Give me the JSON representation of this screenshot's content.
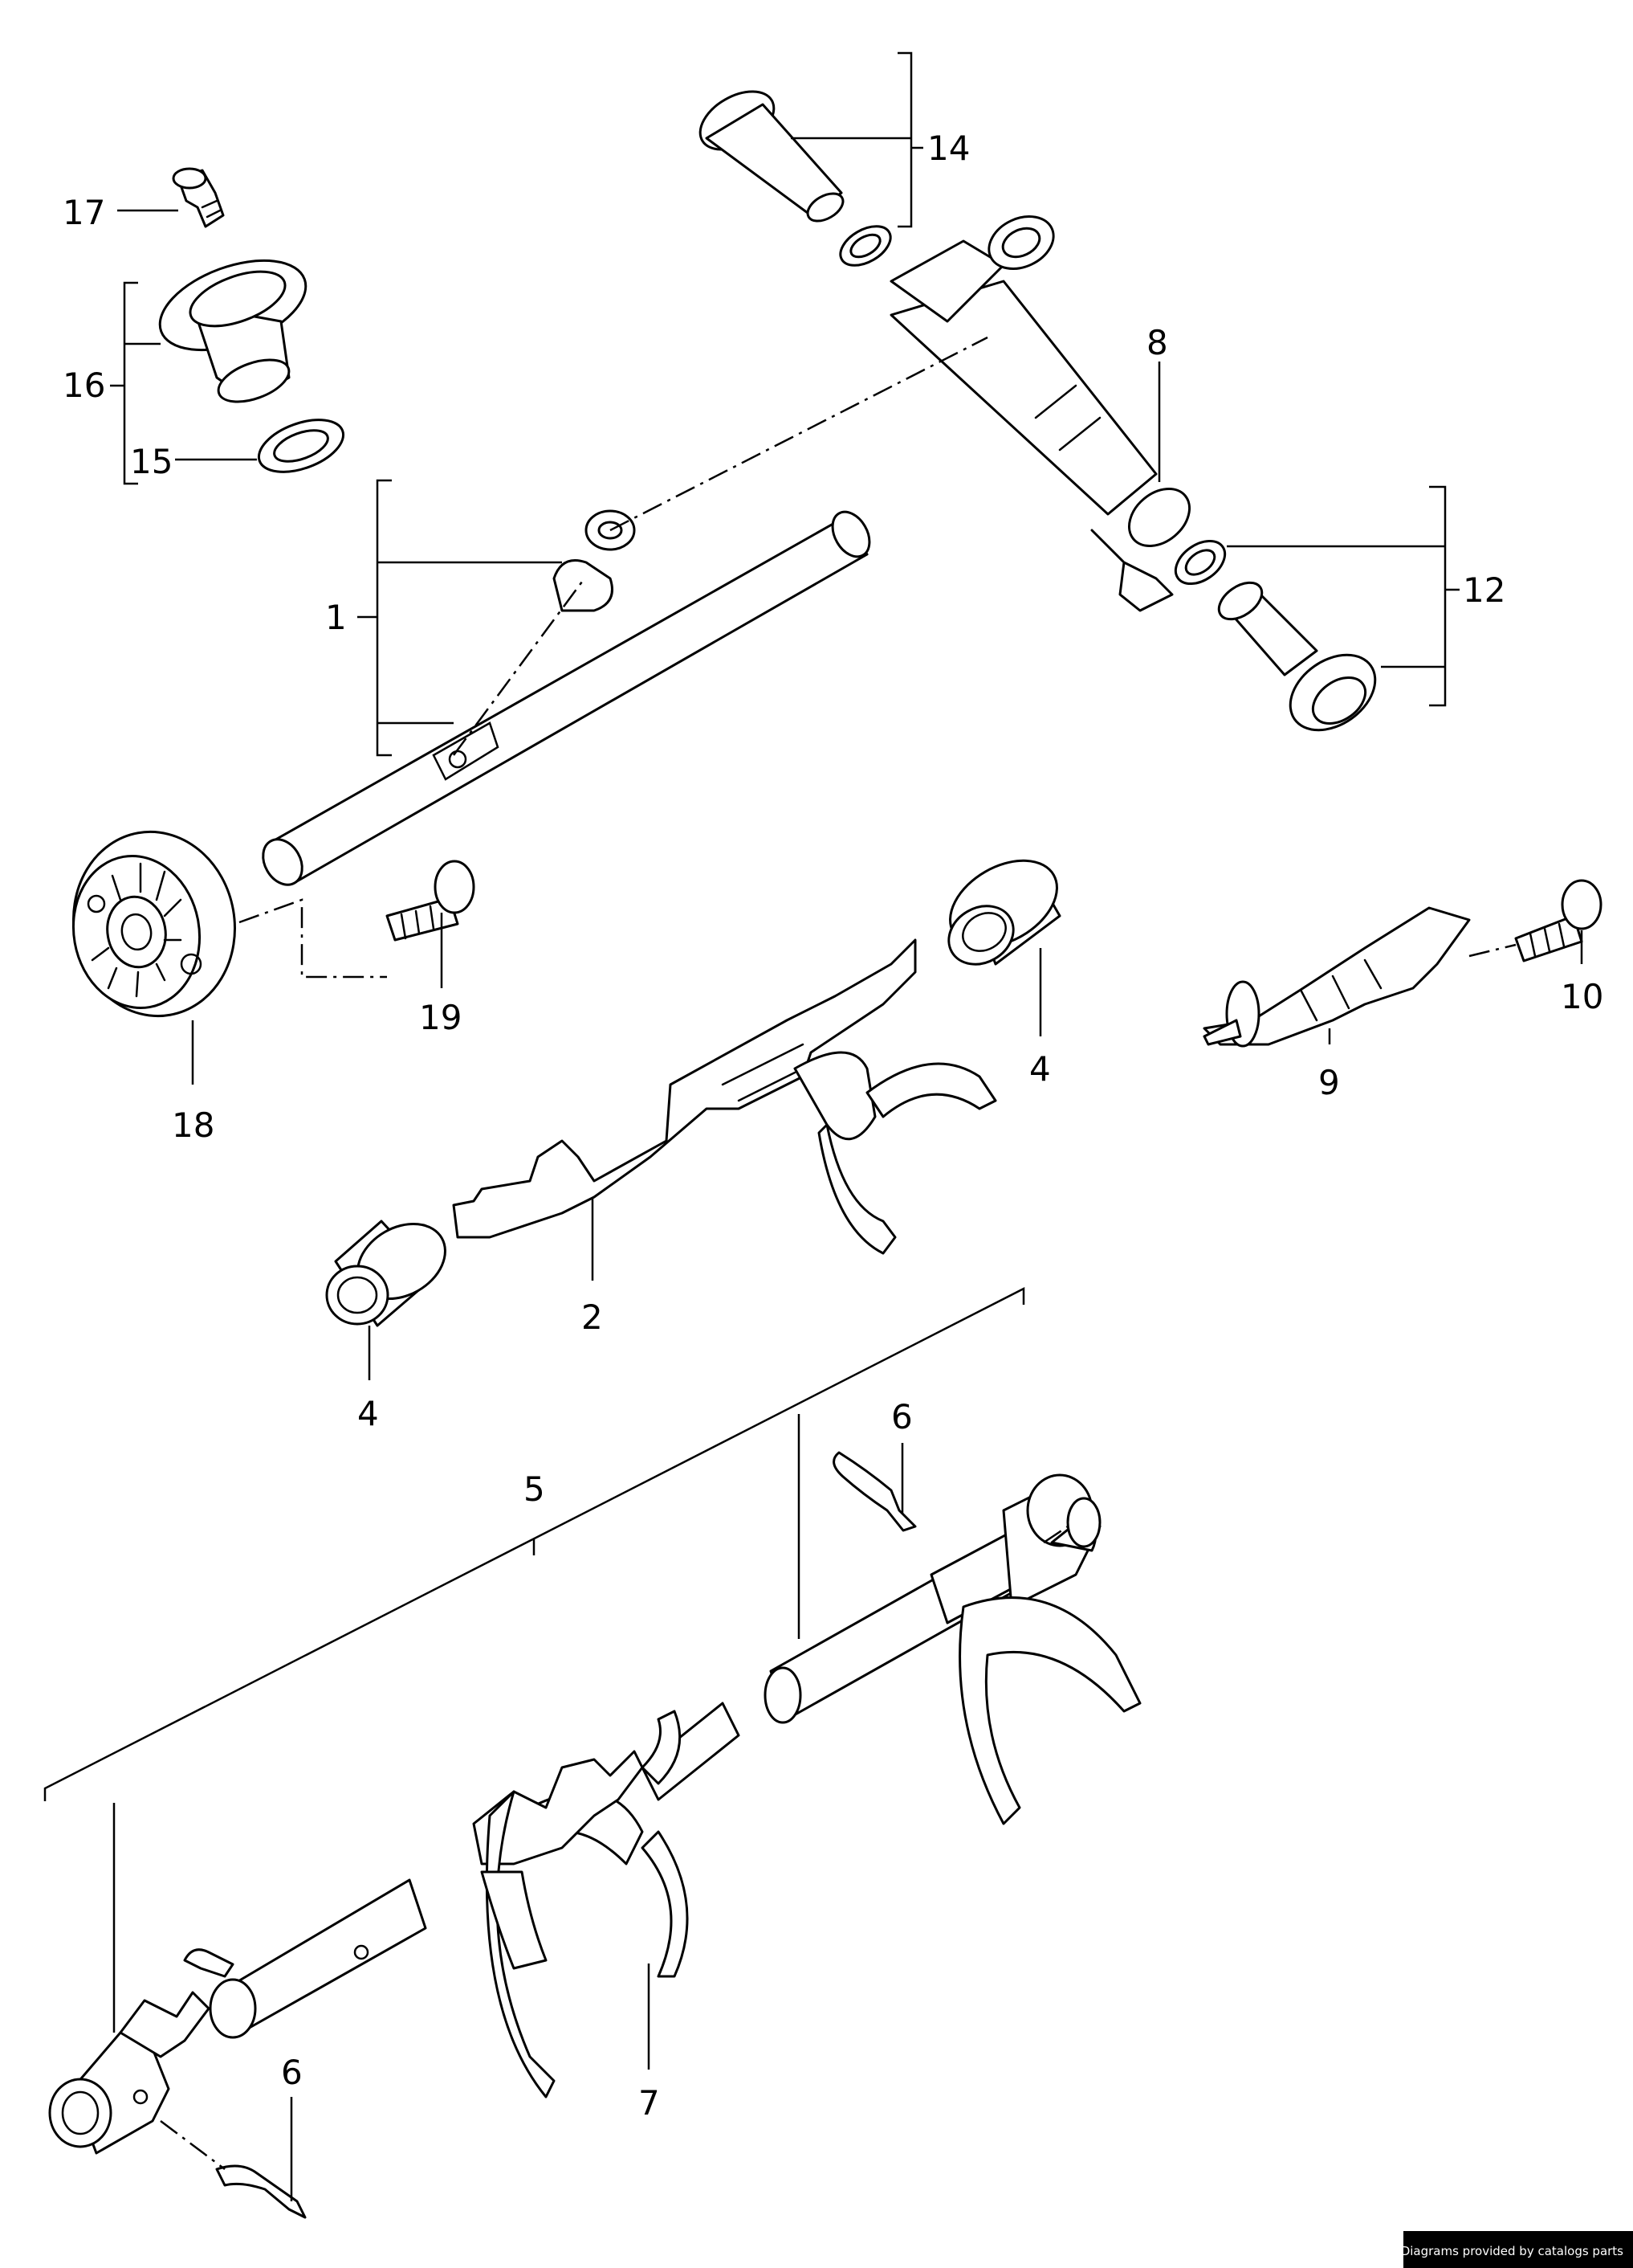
{
  "callouts": {
    "c1": "1",
    "c2": "2",
    "c4a": "4",
    "c4b": "4",
    "c5": "5",
    "c6a": "6",
    "c6b": "6",
    "c7": "7",
    "c8": "8",
    "c9": "9",
    "c10": "10",
    "c12": "12",
    "c14": "14",
    "c15": "15",
    "c16": "16",
    "c17": "17",
    "c18": "18",
    "c19": "19"
  },
  "credit": "Diagrams provided by catalogs parts"
}
